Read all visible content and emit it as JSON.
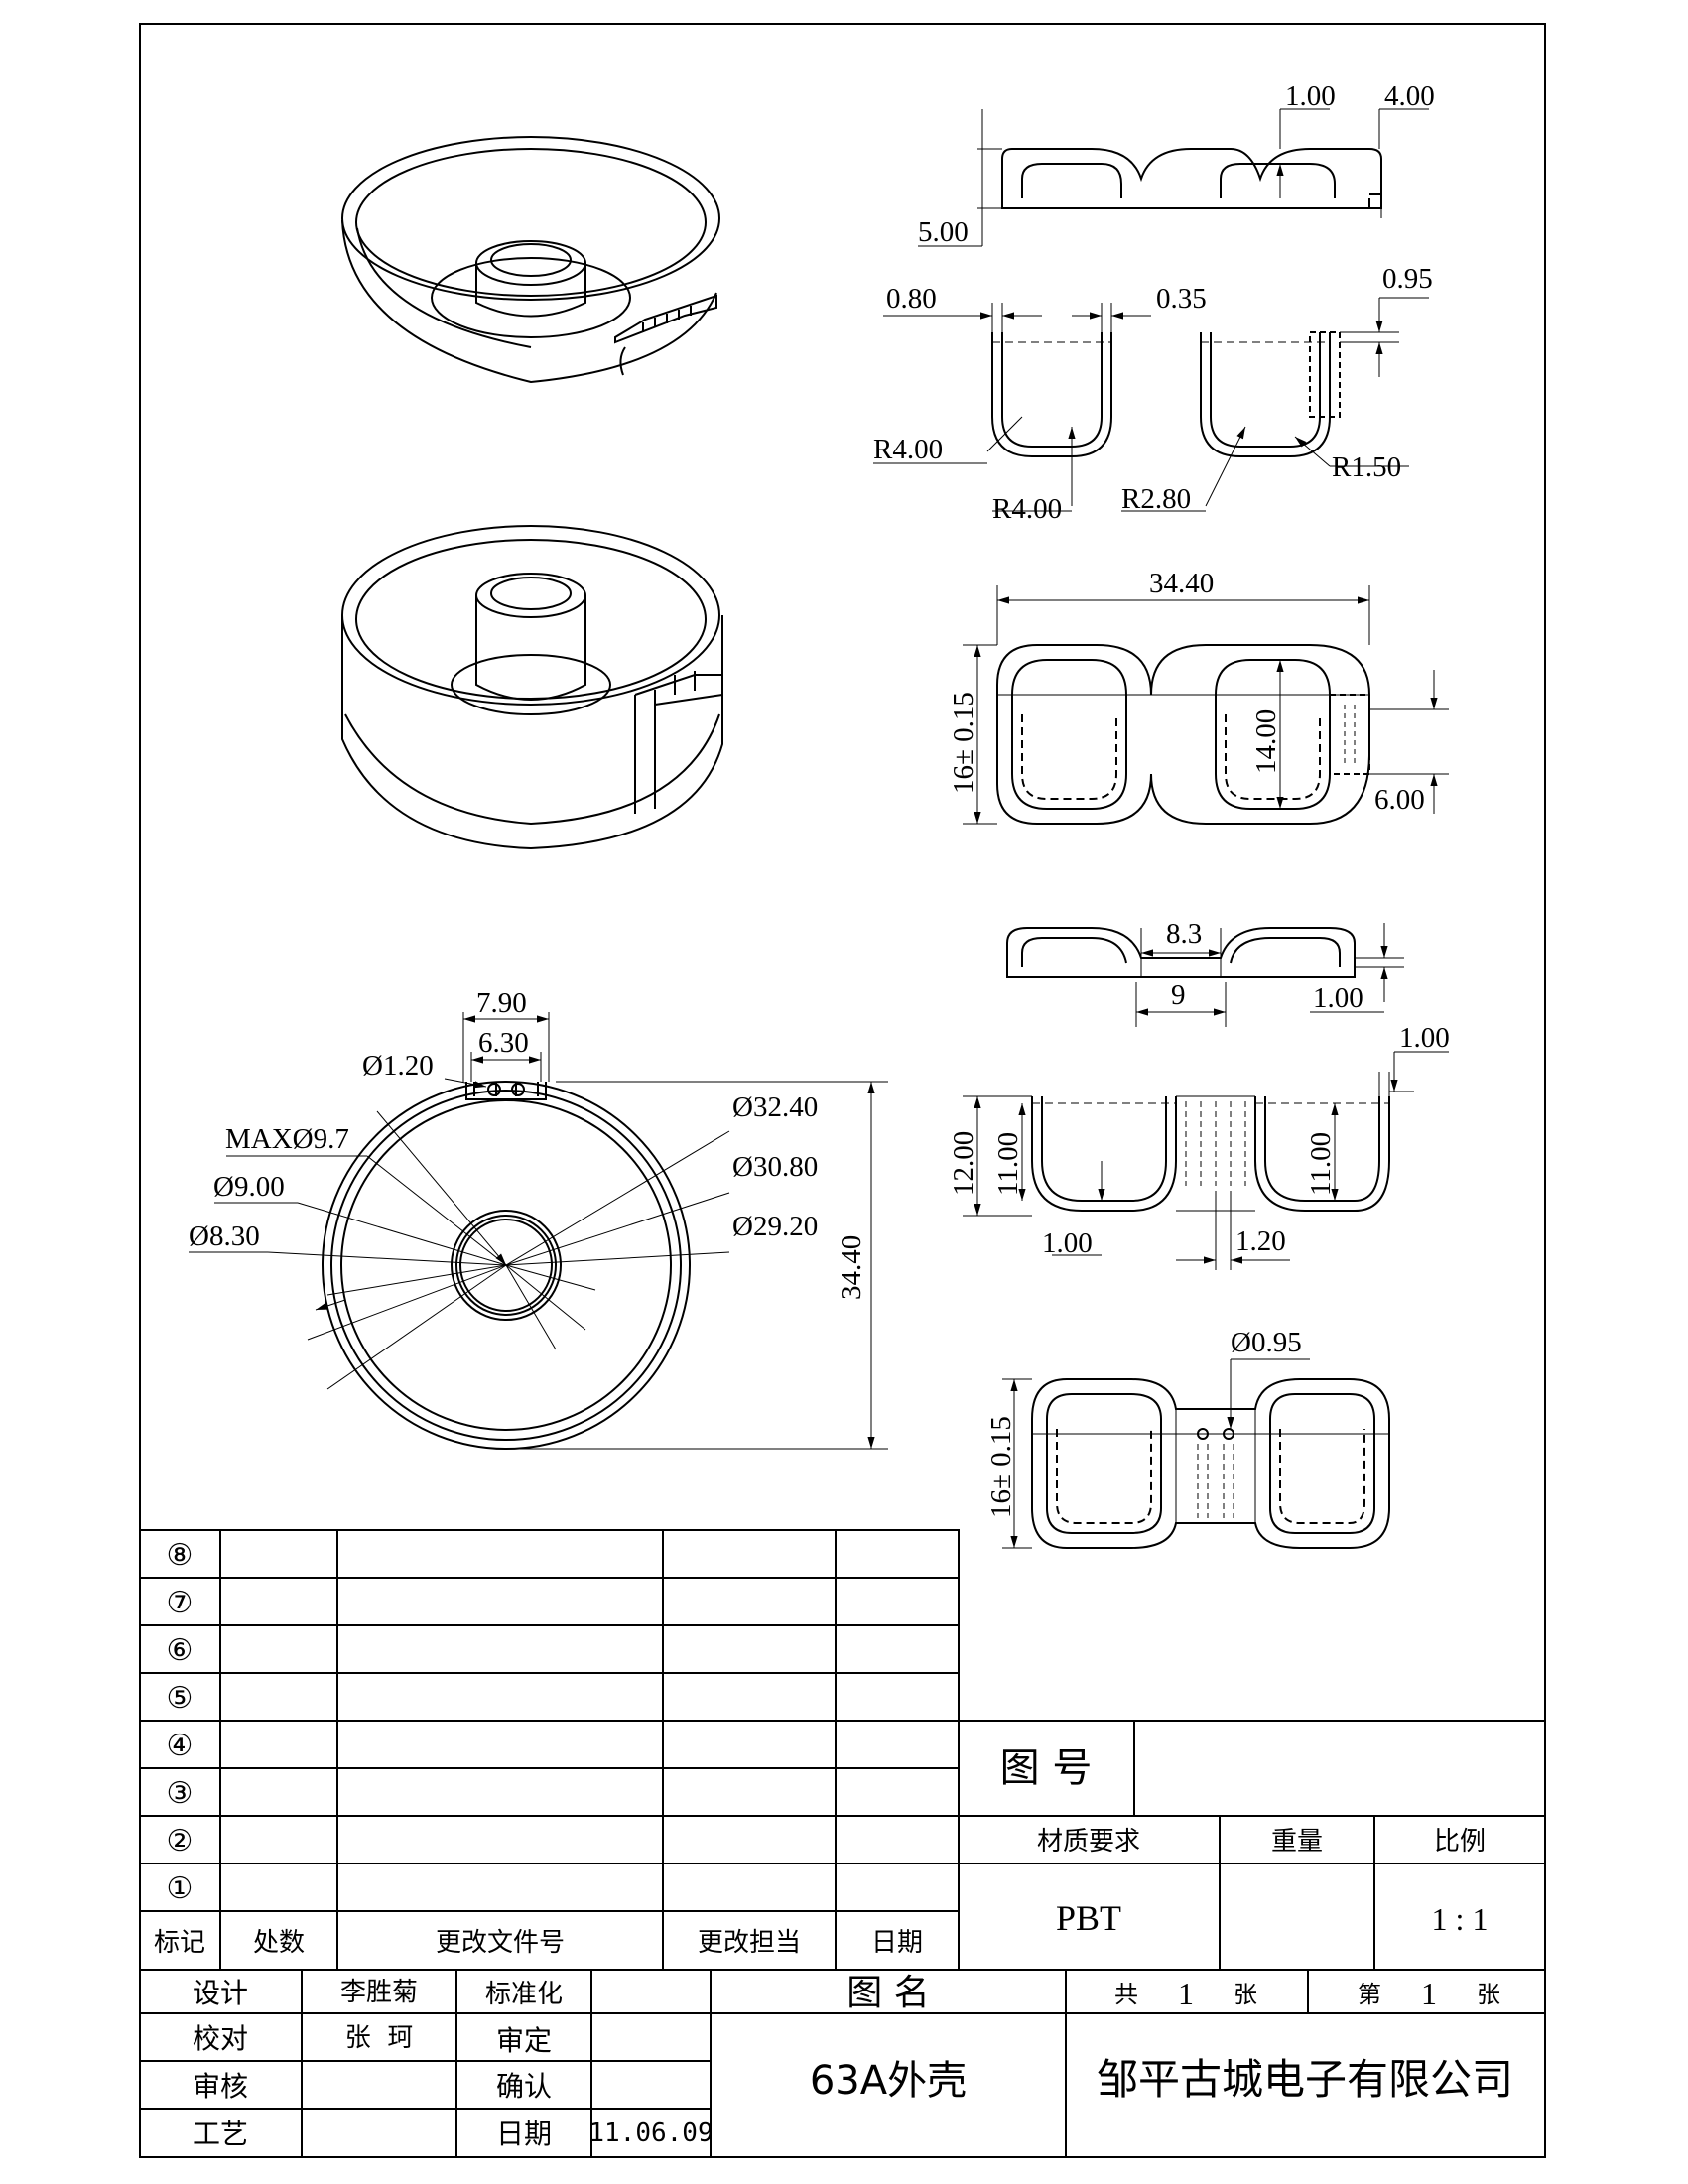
{
  "dimensions": {
    "top_1_00": "1.00",
    "top_4_00": "4.00",
    "top_5_00": "5.00",
    "d0_80": "0.80",
    "d0_35": "0.35",
    "d0_95": "0.95",
    "r4_00_left": "R4.00",
    "r4_00_bottom": "R4.00",
    "r2_80": "R2.80",
    "r1_50": "R1.50",
    "w34_40": "34.40",
    "h16_left": "16± 0.15",
    "h14_00": "14.00",
    "h6_00": "6.00",
    "d8_3": "8.3",
    "d9": "9",
    "d1_00_a": "1.00",
    "d1_00_b": "1.00",
    "h12_00": "12.00",
    "h11_00_l": "11.00",
    "h11_00_r": "11.00",
    "d1_00_c": "1.00",
    "d1_20": "1.20",
    "phi0_95": "Ø0.95",
    "h16_bottom": "16± 0.15",
    "w7_90": "7.90",
    "w6_30": "6.30",
    "phi1_20": "Ø1.20",
    "max9_7": "MAXØ9.7",
    "phi9_00": "Ø9.00",
    "phi8_30": "Ø8.30",
    "phi32_40": "Ø32.40",
    "phi30_80": "Ø30.80",
    "phi29_20": "Ø29.20",
    "v34_40": "34.40"
  },
  "revision_table": {
    "row_marks": [
      "⑧",
      "⑦",
      "⑥",
      "⑤",
      "④",
      "③",
      "②",
      "①"
    ],
    "headers": {
      "mark": "标记",
      "count": "处数",
      "doc_no": "更改文件号",
      "owner": "更改担当",
      "date": "日期"
    }
  },
  "title_block": {
    "drawing_no_label": "图 号",
    "drawing_no_value": "",
    "material_label": "材质要求",
    "weight_label": "重量",
    "scale_label": "比例",
    "material_value": "PBT",
    "weight_value": "",
    "scale_value": "1 : 1",
    "name_label": "图 名",
    "total_label": "共",
    "total_value": "1",
    "total_unit": "张",
    "sheet_label": "第",
    "sheet_value": "1",
    "sheet_unit": "张",
    "design_label": "设计",
    "design_value": "李胜菊",
    "standard_label": "标准化",
    "check_label": "校对",
    "check_value": "张  珂",
    "review_label": "审定",
    "audit_label": "审核",
    "confirm_label": "确认",
    "process_label": "工艺",
    "date_label": "日期",
    "date_value": "11.06.09",
    "part_name": "63A外壳",
    "company": "邹平古城电子有限公司"
  }
}
